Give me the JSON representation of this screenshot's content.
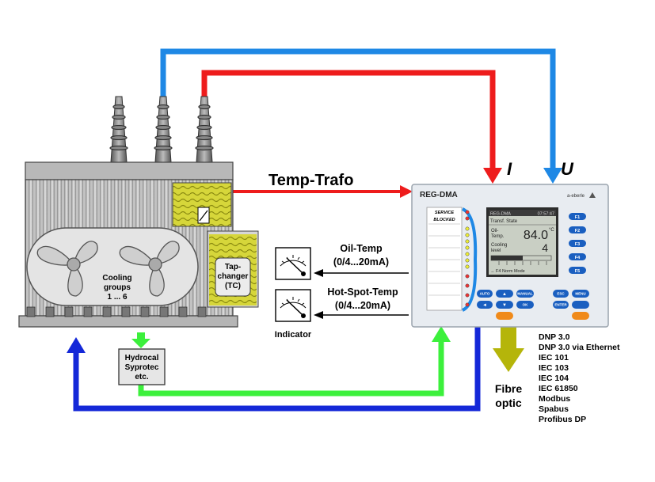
{
  "labels": {
    "temp_trafo": "Temp-Trafo",
    "current": "I",
    "voltage": "U",
    "oil_temp": "Oil-Temp",
    "oil_temp_range": "(0/4...20mA)",
    "hot_spot_temp": "Hot-Spot-Temp",
    "hot_spot_range": "(0/4...20mA)",
    "indicator": "Indicator",
    "cooling_line1": "Cooling",
    "cooling_line2": "groups",
    "cooling_line3": "1 ... 6",
    "tap_line1": "Tap-",
    "tap_line2": "changer",
    "tap_line3": "(TC)",
    "hydrocal_line1": "Hydrocal",
    "hydrocal_line2": "Syprotec",
    "hydrocal_line3": "etc.",
    "fibre_line1": "Fibre",
    "fibre_line2": "optic"
  },
  "device": {
    "name": "REG-DMA",
    "brand": "a-eberle",
    "service": "SERVICE",
    "blocked": "BLOCKED",
    "lcd_header_left": "REG-DMA",
    "lcd_header_right": "07:57:47",
    "lcd_title": "Transf. State",
    "lcd_oil_label1": "Oil-",
    "lcd_oil_label2": "Temp.",
    "lcd_oil_value": "84.0",
    "lcd_oil_unit": "°C",
    "lcd_cool_label1": "Cooling",
    "lcd_cool_label2": "level",
    "lcd_cool_value": "4",
    "lcd_footer": "→ F4 Norm Mode",
    "f_keys": [
      "F1",
      "F2",
      "F3",
      "F4",
      "F5"
    ],
    "btn_auto": "AUTO",
    "btn_manual": "MANUAL",
    "btn_esc": "ESC",
    "btn_menu": "MENU",
    "btn_up": "▲",
    "btn_down": "▼",
    "btn_ok": "OK",
    "btn_enter": "ENTER",
    "btn_left": "◄"
  },
  "protocols": [
    "DNP 3.0",
    "DNP 3.0 via Ethernet",
    "IEC 101",
    "IEC 103",
    "IEC 104",
    "IEC 61850",
    "Modbus",
    "Spabus",
    "Profibus DP"
  ],
  "colors": {
    "red": "#ee1c1c",
    "blue_light": "#1e88e5",
    "blue_dark": "#1428d8",
    "green": "#3cf03c",
    "olive": "#b5b50a",
    "transformer": "#c6c6c6",
    "tank": "#cfcf35",
    "device_panel": "#e8ecf1"
  }
}
